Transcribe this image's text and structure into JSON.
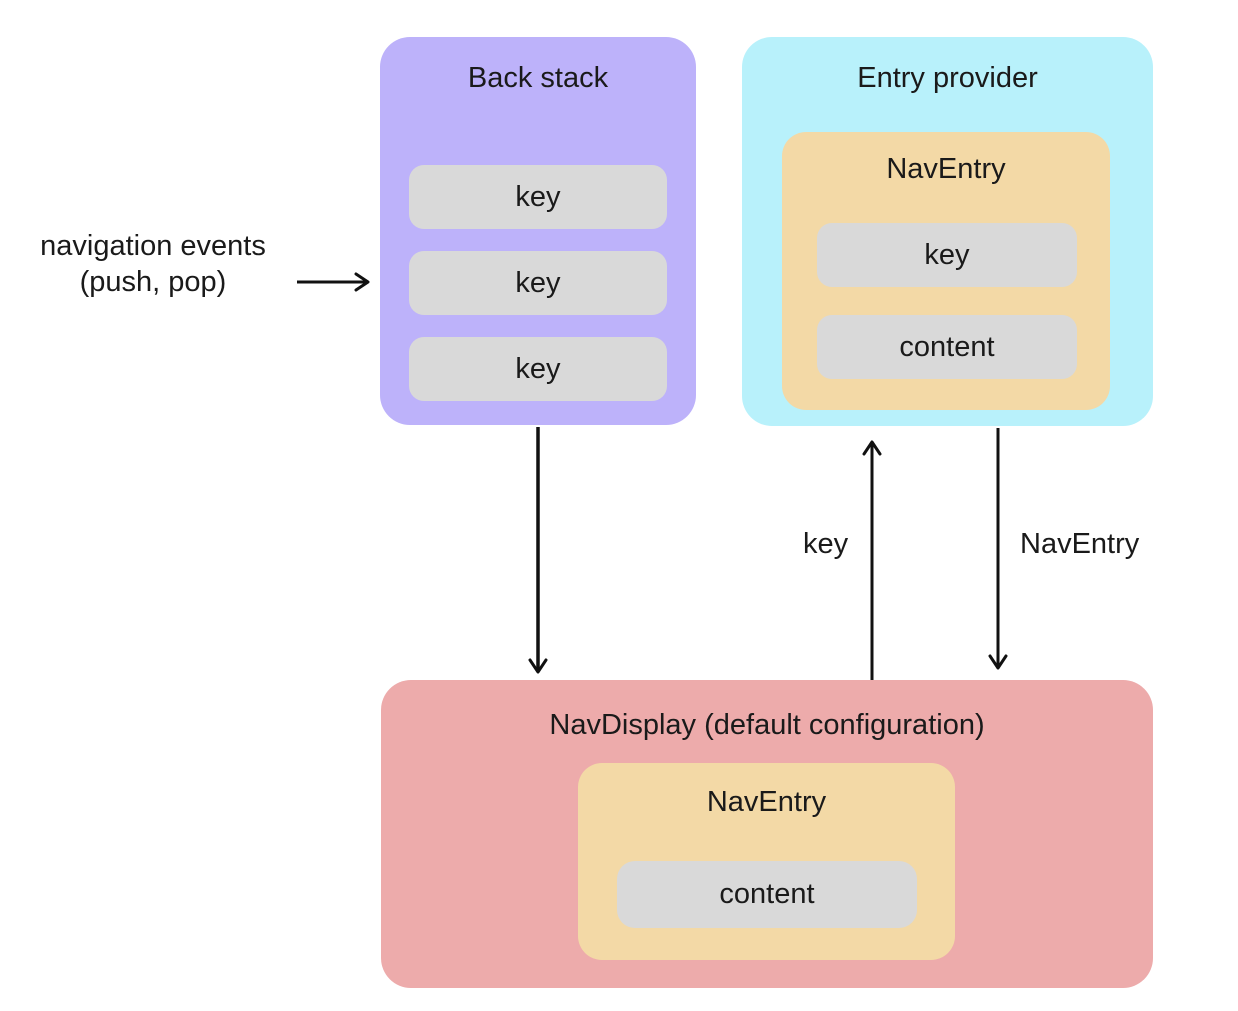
{
  "annotation": {
    "line1": "navigation events",
    "line2": "(push, pop)"
  },
  "back_stack": {
    "title": "Back stack",
    "keys": [
      "key",
      "key",
      "key"
    ]
  },
  "entry_provider": {
    "title": "Entry provider",
    "nav_entry": {
      "title": "NavEntry",
      "key_label": "key",
      "content_label": "content"
    }
  },
  "nav_display": {
    "title": "NavDisplay (default configuration)",
    "nav_entry": {
      "title": "NavEntry",
      "content_label": "content"
    }
  },
  "arrow_labels": {
    "key": "key",
    "nav_entry": "NavEntry"
  },
  "colors": {
    "back_stack_bg": "#bdb2fa",
    "entry_provider_bg": "#b8f1fb",
    "nav_entry_bg": "#f3d9a6",
    "nav_display_bg": "#edabab",
    "item_bg": "#d9d9d9",
    "text": "#1a1a1a",
    "arrow": "#111111",
    "canvas_bg": "#ffffff"
  }
}
